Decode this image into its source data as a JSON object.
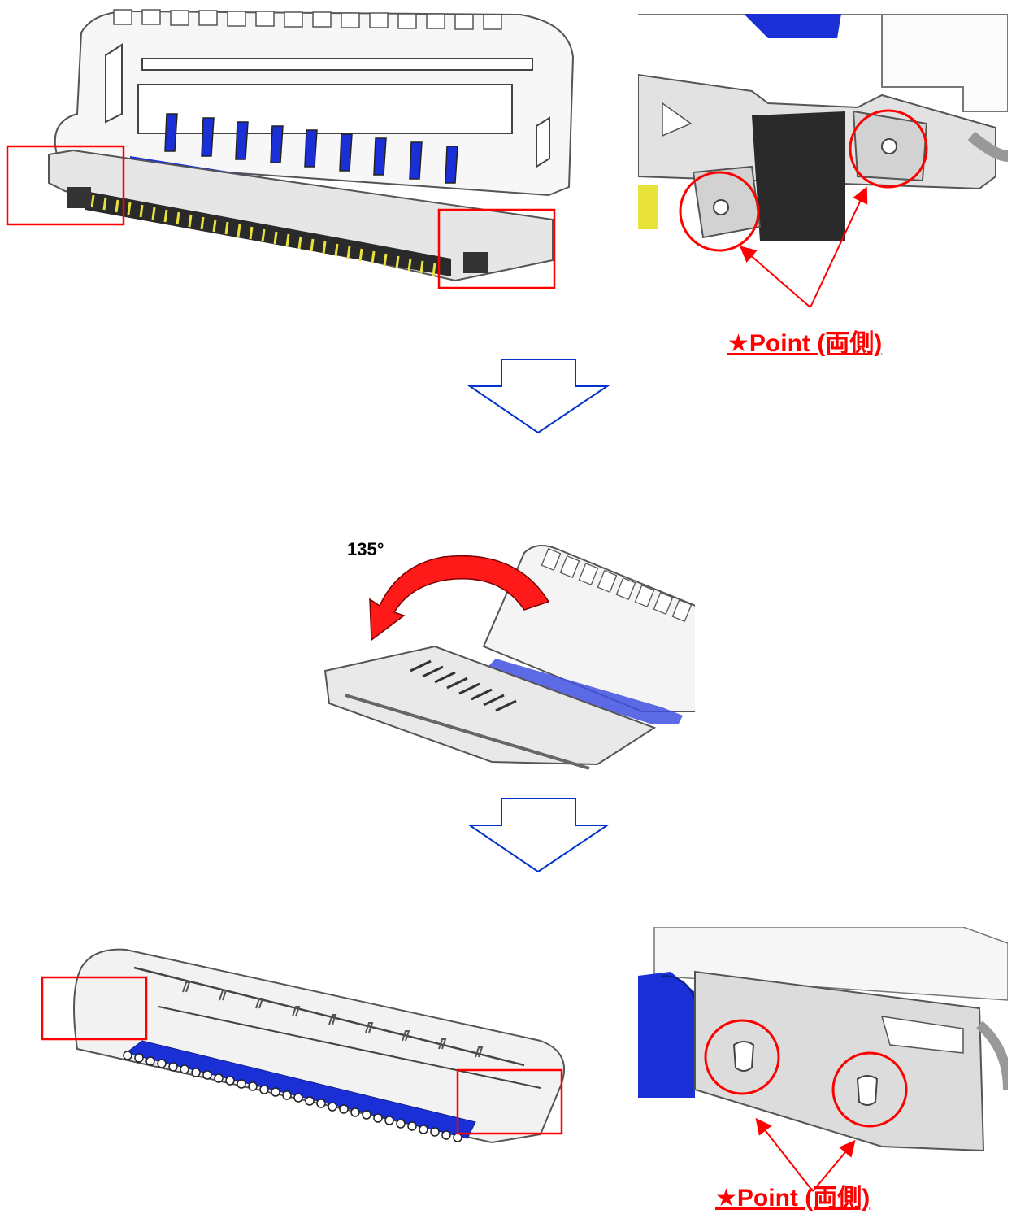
{
  "callouts": {
    "top": "★Point (両側)",
    "bottom": "★Point (両側)"
  },
  "rotation_label": "135°",
  "colors": {
    "highlight_red": "#ff0000",
    "arrow_blue": "#0033cc",
    "cable_blue": "#1a2fd6",
    "contact_yellow": "#e8e23a",
    "metal_gray": "#d8d8d8"
  },
  "steps": [
    {
      "name": "locked-connector-top-view"
    },
    {
      "name": "rotate-lever-135-degrees"
    },
    {
      "name": "mated-connector-with-cable"
    }
  ]
}
